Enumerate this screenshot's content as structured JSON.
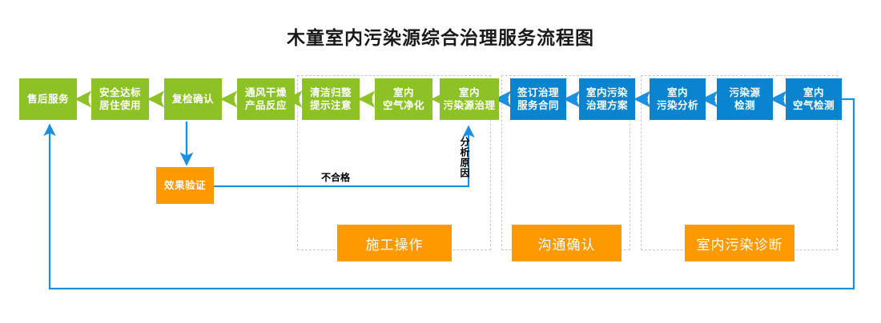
{
  "title": "木童室内污染源综合治理服务流程图",
  "colors": {
    "green": "#8CC225",
    "blue": "#0A84CE",
    "orange": "#FF9900",
    "arrow_green": "#8CC225",
    "arrow_blue": "#1B8FE0",
    "frame_dash": "#c8c8c8",
    "title": "#1a1a1a"
  },
  "nodes": {
    "after_sales": {
      "line1": "售后服务",
      "line2": ""
    },
    "safe_occupancy": {
      "line1": "安全达标",
      "line2": "居住使用"
    },
    "recheck_confirm": {
      "line1": "复检确认",
      "line2": ""
    },
    "ventilate_dry": {
      "line1": "通风干燥",
      "line2": "产品反应"
    },
    "clean_tidy": {
      "line1": "清洁归整",
      "line2": "提示注意"
    },
    "air_purify": {
      "line1": "室内",
      "line2": "空气净化"
    },
    "source_treatment": {
      "line1": "室内",
      "line2": "污染源治理"
    },
    "sign_contract": {
      "line1": "签订治理",
      "line2": "服务合同"
    },
    "treatment_plan": {
      "line1": "室内污染",
      "line2": "治理方案"
    },
    "pollution_analysis": {
      "line1": "室内",
      "line2": "污染分析"
    },
    "source_detection": {
      "line1": "污染源",
      "line2": "检测"
    },
    "air_detection": {
      "line1": "室内",
      "line2": "空气检测"
    },
    "effect_validation": {
      "line1": "效果验证",
      "line2": ""
    }
  },
  "stages": {
    "construction": "施工操作",
    "communication": "沟通确认",
    "diagnosis": "室内污染诊断"
  },
  "edge_labels": {
    "fail": "不合格",
    "reason": "分析原因"
  }
}
